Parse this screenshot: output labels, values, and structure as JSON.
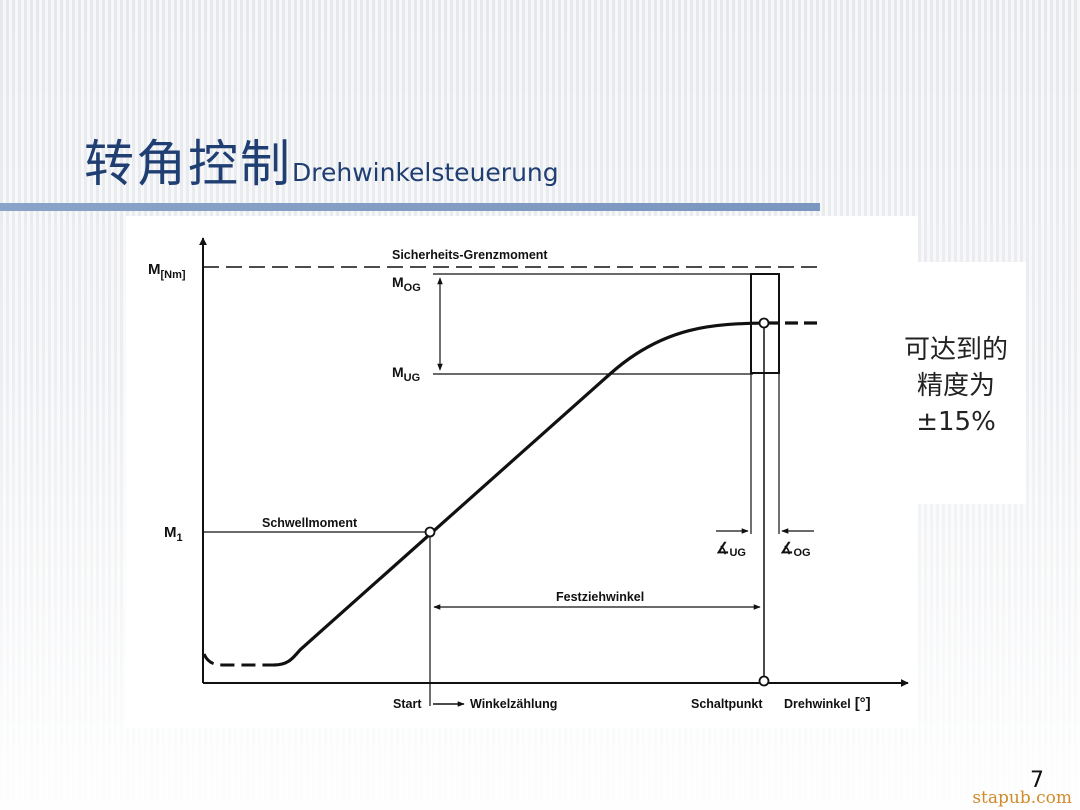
{
  "title": {
    "chinese": "转角控制",
    "german": "Drehwinkelsteuerung"
  },
  "diagram": {
    "y_axis_label": {
      "main": "M",
      "sub": "[Nm]"
    },
    "safety_limit_label": "Sicherheits-Grenzmoment",
    "m_og": {
      "main": "M",
      "sub": "OG"
    },
    "m_ug": {
      "main": "M",
      "sub": "UG"
    },
    "m1": {
      "main": "M",
      "sub": "1"
    },
    "threshold_label": "Schwellmoment",
    "angle_ug": {
      "symbol": "∡",
      "sub": "UG"
    },
    "angle_og": {
      "symbol": "∡",
      "sub": "OG"
    },
    "tightening_angle_label": "Festziehwinkel",
    "start_label": "Start",
    "counting_label": "Winkelzählung",
    "switch_point_label": "Schaltpunkt",
    "x_axis_label": "Drehwinkel",
    "x_axis_unit": "[°]"
  },
  "side_note": {
    "lines": [
      "可达到的",
      "精度为",
      "±15%"
    ]
  },
  "page_number": "7",
  "watermark": "stapub.com",
  "colors": {
    "title": "#1f3e72",
    "rule": "#7b96bf",
    "line": "#111111",
    "watermark": "#d08a2a"
  }
}
